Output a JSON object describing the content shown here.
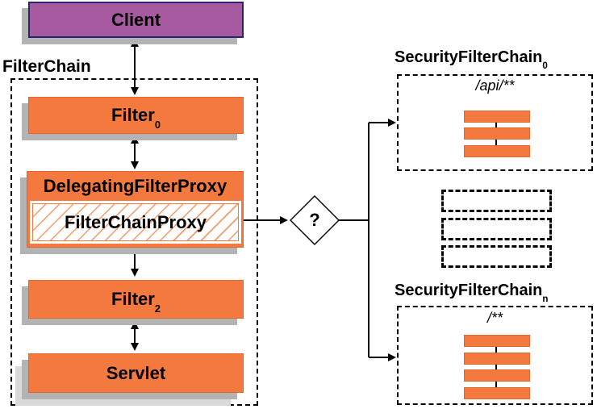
{
  "client": {
    "label": "Client"
  },
  "filter_chain": {
    "label": "FilterChain",
    "filter0": {
      "base": "Filter",
      "sub": "0"
    },
    "delegating_filter_proxy": {
      "label": "DelegatingFilterProxy"
    },
    "filter_chain_proxy": {
      "label": "FilterChainProxy"
    },
    "filter2": {
      "base": "Filter",
      "sub": "2"
    },
    "servlet": {
      "label": "Servlet"
    }
  },
  "decision": {
    "label": "?"
  },
  "security_filter_chain_0": {
    "base": "SecurityFilterChain",
    "sub": "0",
    "pattern": "/api/**",
    "filter_count": 3
  },
  "security_filter_chain_n": {
    "base": "SecurityFilterChain",
    "sub": "n",
    "pattern": "/**",
    "filter_count": 4
  },
  "colors": {
    "orange": "#f4793e",
    "orange_border": "#e2672f",
    "hatch_orange": "#f59a68",
    "purple": "#a85aa0",
    "purple_border": "#28246e",
    "shadow_gray": "#b3b3b3",
    "shadow_light": "#d9d9d9"
  }
}
